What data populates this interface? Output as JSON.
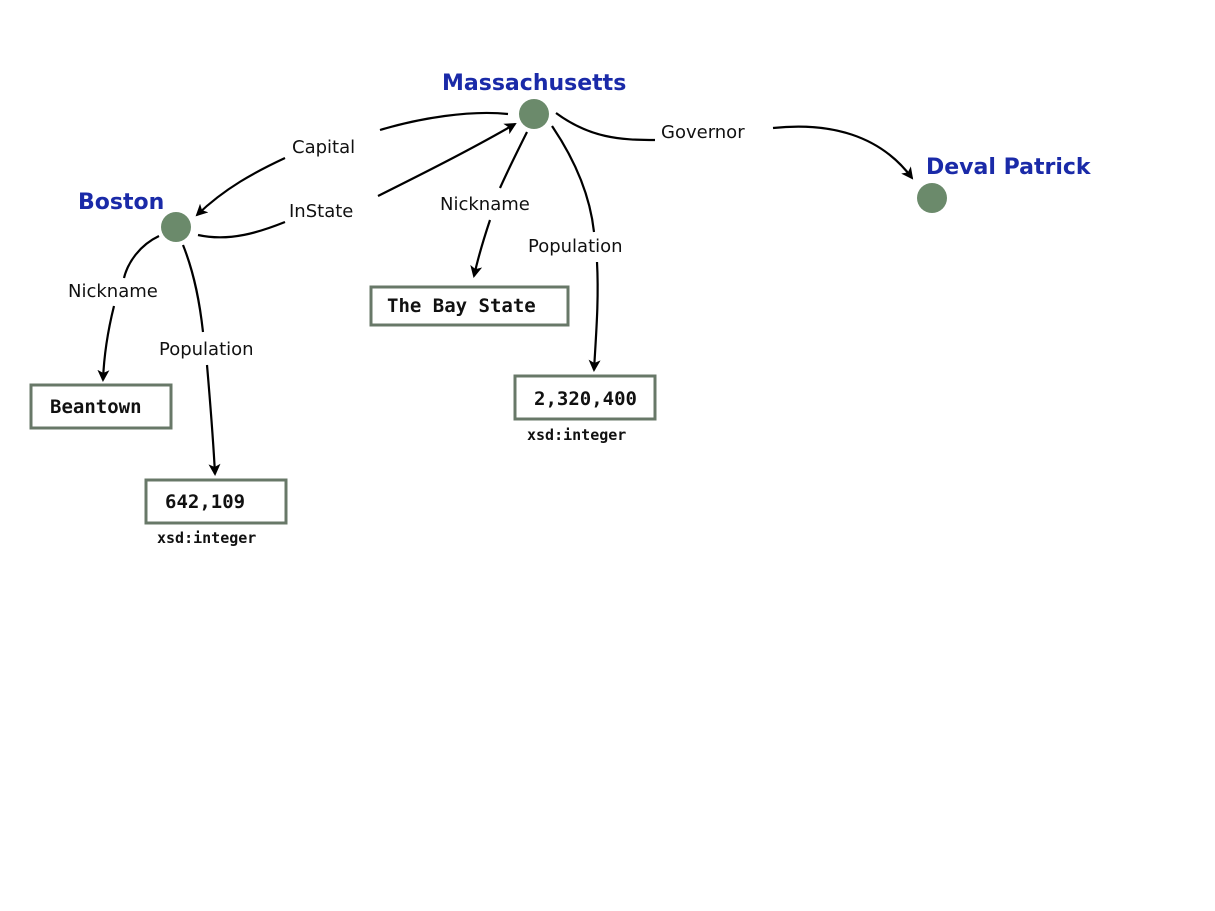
{
  "colors": {
    "resource_node": "#6b8a6b",
    "resource_label": "#1a2aa8",
    "literal_border": "#687868",
    "edge": "#000000"
  },
  "nodes": {
    "massachusetts": {
      "label": "Massachusetts",
      "type": "resource"
    },
    "boston": {
      "label": "Boston",
      "type": "resource"
    },
    "deval_patrick": {
      "label": "Deval Patrick",
      "type": "resource"
    },
    "the_bay_state": {
      "label": "The Bay State",
      "type": "literal"
    },
    "beantown": {
      "label": "Beantown",
      "type": "literal"
    },
    "pop_boston": {
      "label": "642,109",
      "type": "literal",
      "datatype": "xsd:integer"
    },
    "pop_mass": {
      "label": "2,320,400",
      "type": "literal",
      "datatype": "xsd:integer"
    }
  },
  "edges": [
    {
      "from": "massachusetts",
      "to": "boston",
      "label": "Capital"
    },
    {
      "from": "boston",
      "to": "massachusetts",
      "label": "InState"
    },
    {
      "from": "massachusetts",
      "to": "deval_patrick",
      "label": "Governor"
    },
    {
      "from": "massachusetts",
      "to": "the_bay_state",
      "label": "Nickname"
    },
    {
      "from": "massachusetts",
      "to": "pop_mass",
      "label": "Population"
    },
    {
      "from": "boston",
      "to": "beantown",
      "label": "Nickname"
    },
    {
      "from": "boston",
      "to": "pop_boston",
      "label": "Population"
    }
  ]
}
